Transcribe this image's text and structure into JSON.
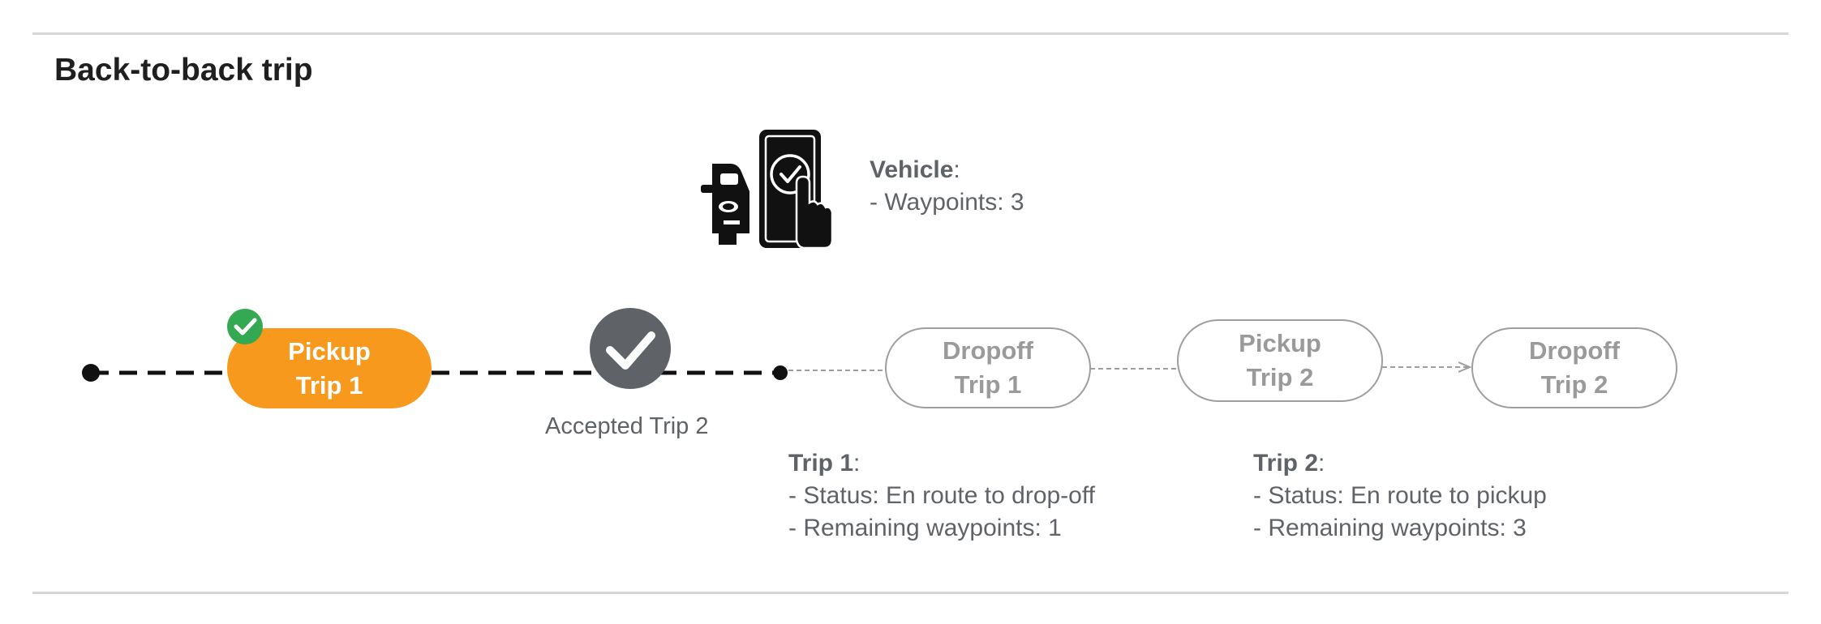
{
  "title": "Back-to-back trip",
  "vehicle": {
    "label": "Vehicle",
    "lines": [
      "- Waypoints: 3"
    ]
  },
  "nodes": [
    {
      "line1": "Pickup",
      "line2": "Trip 1",
      "state": "completed"
    },
    {
      "line1": "Dropoff",
      "line2": "Trip 1",
      "state": "pending"
    },
    {
      "line1": "Pickup",
      "line2": "Trip 2",
      "state": "pending"
    },
    {
      "line1": "Dropoff",
      "line2": "Trip 2",
      "state": "pending"
    }
  ],
  "accepted_label": "Accepted Trip 2",
  "trip1": {
    "label": "Trip 1",
    "status": "- Status:  En route to drop-off",
    "remaining": "- Remaining waypoints: 1"
  },
  "trip2": {
    "label": "Trip 2",
    "status": "- Status:  En route to pickup",
    "remaining": "- Remaining waypoints: 3"
  },
  "colors": {
    "completed_node": "#f7991c",
    "check_badge": "#34a853",
    "accepted_circle": "#5f6368",
    "pending_border": "#9e9e9e",
    "text_gray": "#5f6368"
  },
  "icons": [
    "vehicle-phone-icon",
    "checkmark-badge-icon",
    "accepted-check-icon"
  ]
}
